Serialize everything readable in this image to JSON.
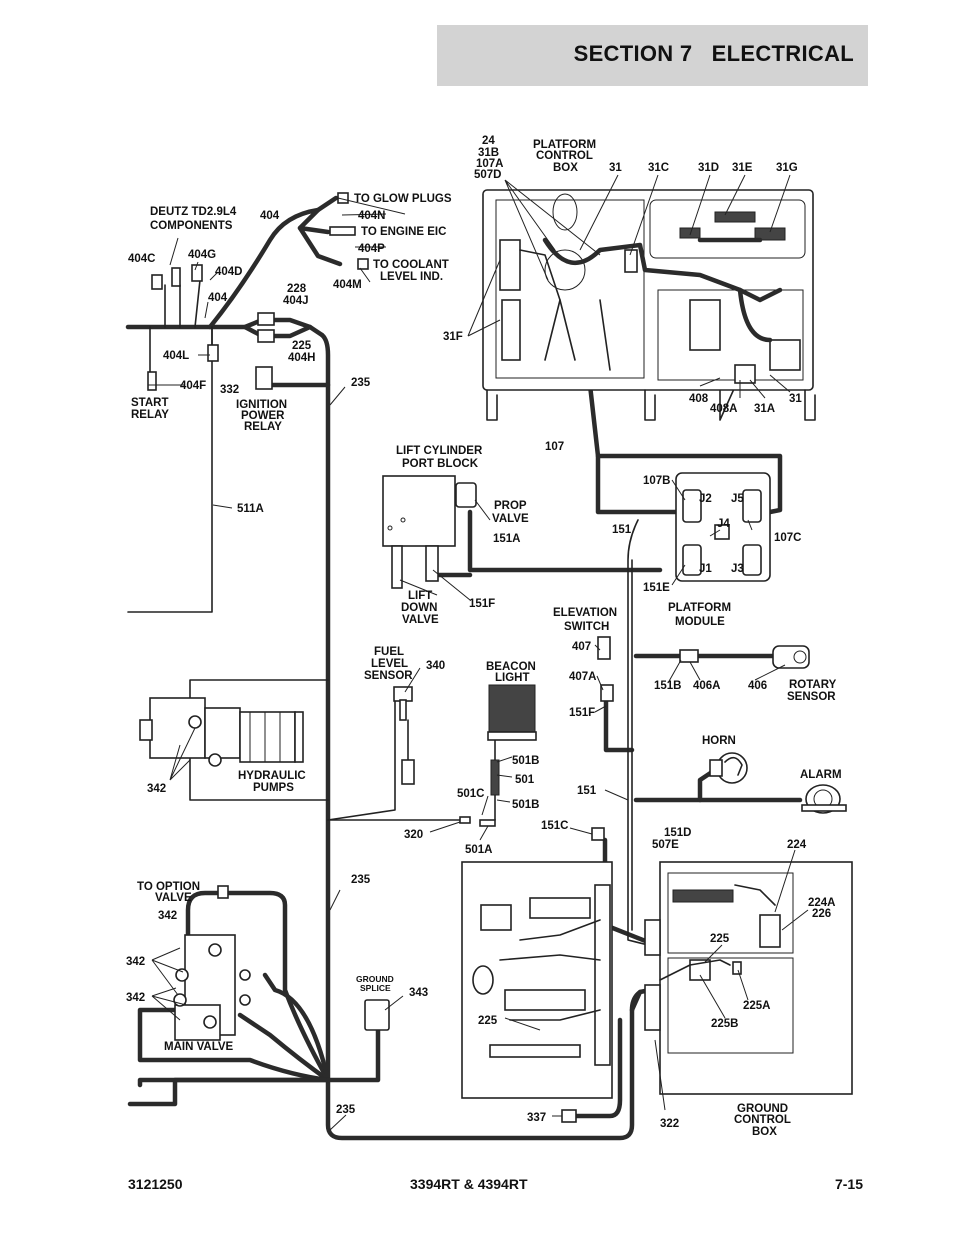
{
  "header": {
    "title": "SECTION 7   ELECTRICAL"
  },
  "footer": {
    "left": "3121250",
    "center": "3394RT & 4394RT",
    "right": "7-15"
  },
  "labels": {
    "deutz": "DEUTZ TD2.9L4",
    "components": "COMPONENTS",
    "l404_top": "404",
    "l404c": "404C",
    "l404g": "404G",
    "l404d": "404D",
    "l404_mid": "404",
    "l404l": "404L",
    "l404f": "404F",
    "start": "START",
    "relay": "RELAY",
    "to_glow_plugs": "TO GLOW PLUGS",
    "l404n": "404N",
    "to_engine_eic": "TO ENGINE EIC",
    "l404p": "404P",
    "to_coolant": "TO COOLANT",
    "level_ind": "LEVEL IND.",
    "l404m": "404M",
    "l228": "228",
    "l404j": "404J",
    "l225": "225",
    "l404h": "404H",
    "l332": "332",
    "ignition": "IGNITION",
    "power": "POWER",
    "relay2": "RELAY",
    "l235a": "235",
    "l511a": "511A",
    "l24": "24",
    "l31b": "31B",
    "l107a": "107A",
    "l507d": "507D",
    "platform": "PLATFORM",
    "control": "CONTROL",
    "box": "BOX",
    "l31": "31",
    "l31c": "31C",
    "l31d": "31D",
    "l31e": "31E",
    "l31g": "31G",
    "l31f": "31F",
    "l408": "408",
    "l408a": "408A",
    "l31a": "31A",
    "l31b2": "31",
    "l107": "107",
    "lift_cylinder": "LIFT CYLINDER",
    "port_block": "PORT BLOCK",
    "prop": "PROP",
    "valve": "VALVE",
    "l151a": "151A",
    "lift": "LIFT",
    "down": "DOWN",
    "valve2": "VALVE",
    "l151f": "151F",
    "l107b": "107B",
    "j2": "J2",
    "j5": "J5",
    "j4": "J4",
    "j1": "J1",
    "j3": "J3",
    "l107c": "107C",
    "l151": "151",
    "l151e": "151E",
    "platform2": "PLATFORM",
    "module": "MODULE",
    "elevation": "ELEVATION",
    "switch": "SWITCH",
    "l407": "407",
    "l407a": "407A",
    "l151f2": "151F",
    "l151b": "151B",
    "l406a": "406A",
    "l406": "406",
    "rotary": "ROTARY",
    "sensor": "SENSOR",
    "fuel": "FUEL",
    "level": "LEVEL",
    "sensor2": "SENSOR",
    "l340": "340",
    "beacon": "BEACON",
    "light": "LIGHT",
    "l501b": "501B",
    "l501": "501",
    "l501c": "501C",
    "l501b2": "501B",
    "l320": "320",
    "l501a": "501A",
    "horn": "HORN",
    "alarm": "ALARM",
    "l151_2": "151",
    "l151c": "151C",
    "l151d": "151D",
    "l507e": "507E",
    "l224": "224",
    "l224a": "224A",
    "l226": "226",
    "l225b": "225",
    "l225a": "225A",
    "l225bb": "225B",
    "l342a": "342",
    "hydraulic": "HYDRAULIC",
    "pumps": "PUMPS",
    "to_option": "TO OPTION",
    "valve3": "VALVE",
    "l342b": "342",
    "l235b": "235",
    "l342c": "342",
    "l342d": "342",
    "ground": "GROUND",
    "splice": "SPLICE",
    "l343": "343",
    "main_valve": "MAIN VALVE",
    "l225c": "225",
    "l235c": "235",
    "l337": "337",
    "l322": "322",
    "ground2": "GROUND",
    "control2": "CONTROL",
    "box2": "BOX"
  }
}
